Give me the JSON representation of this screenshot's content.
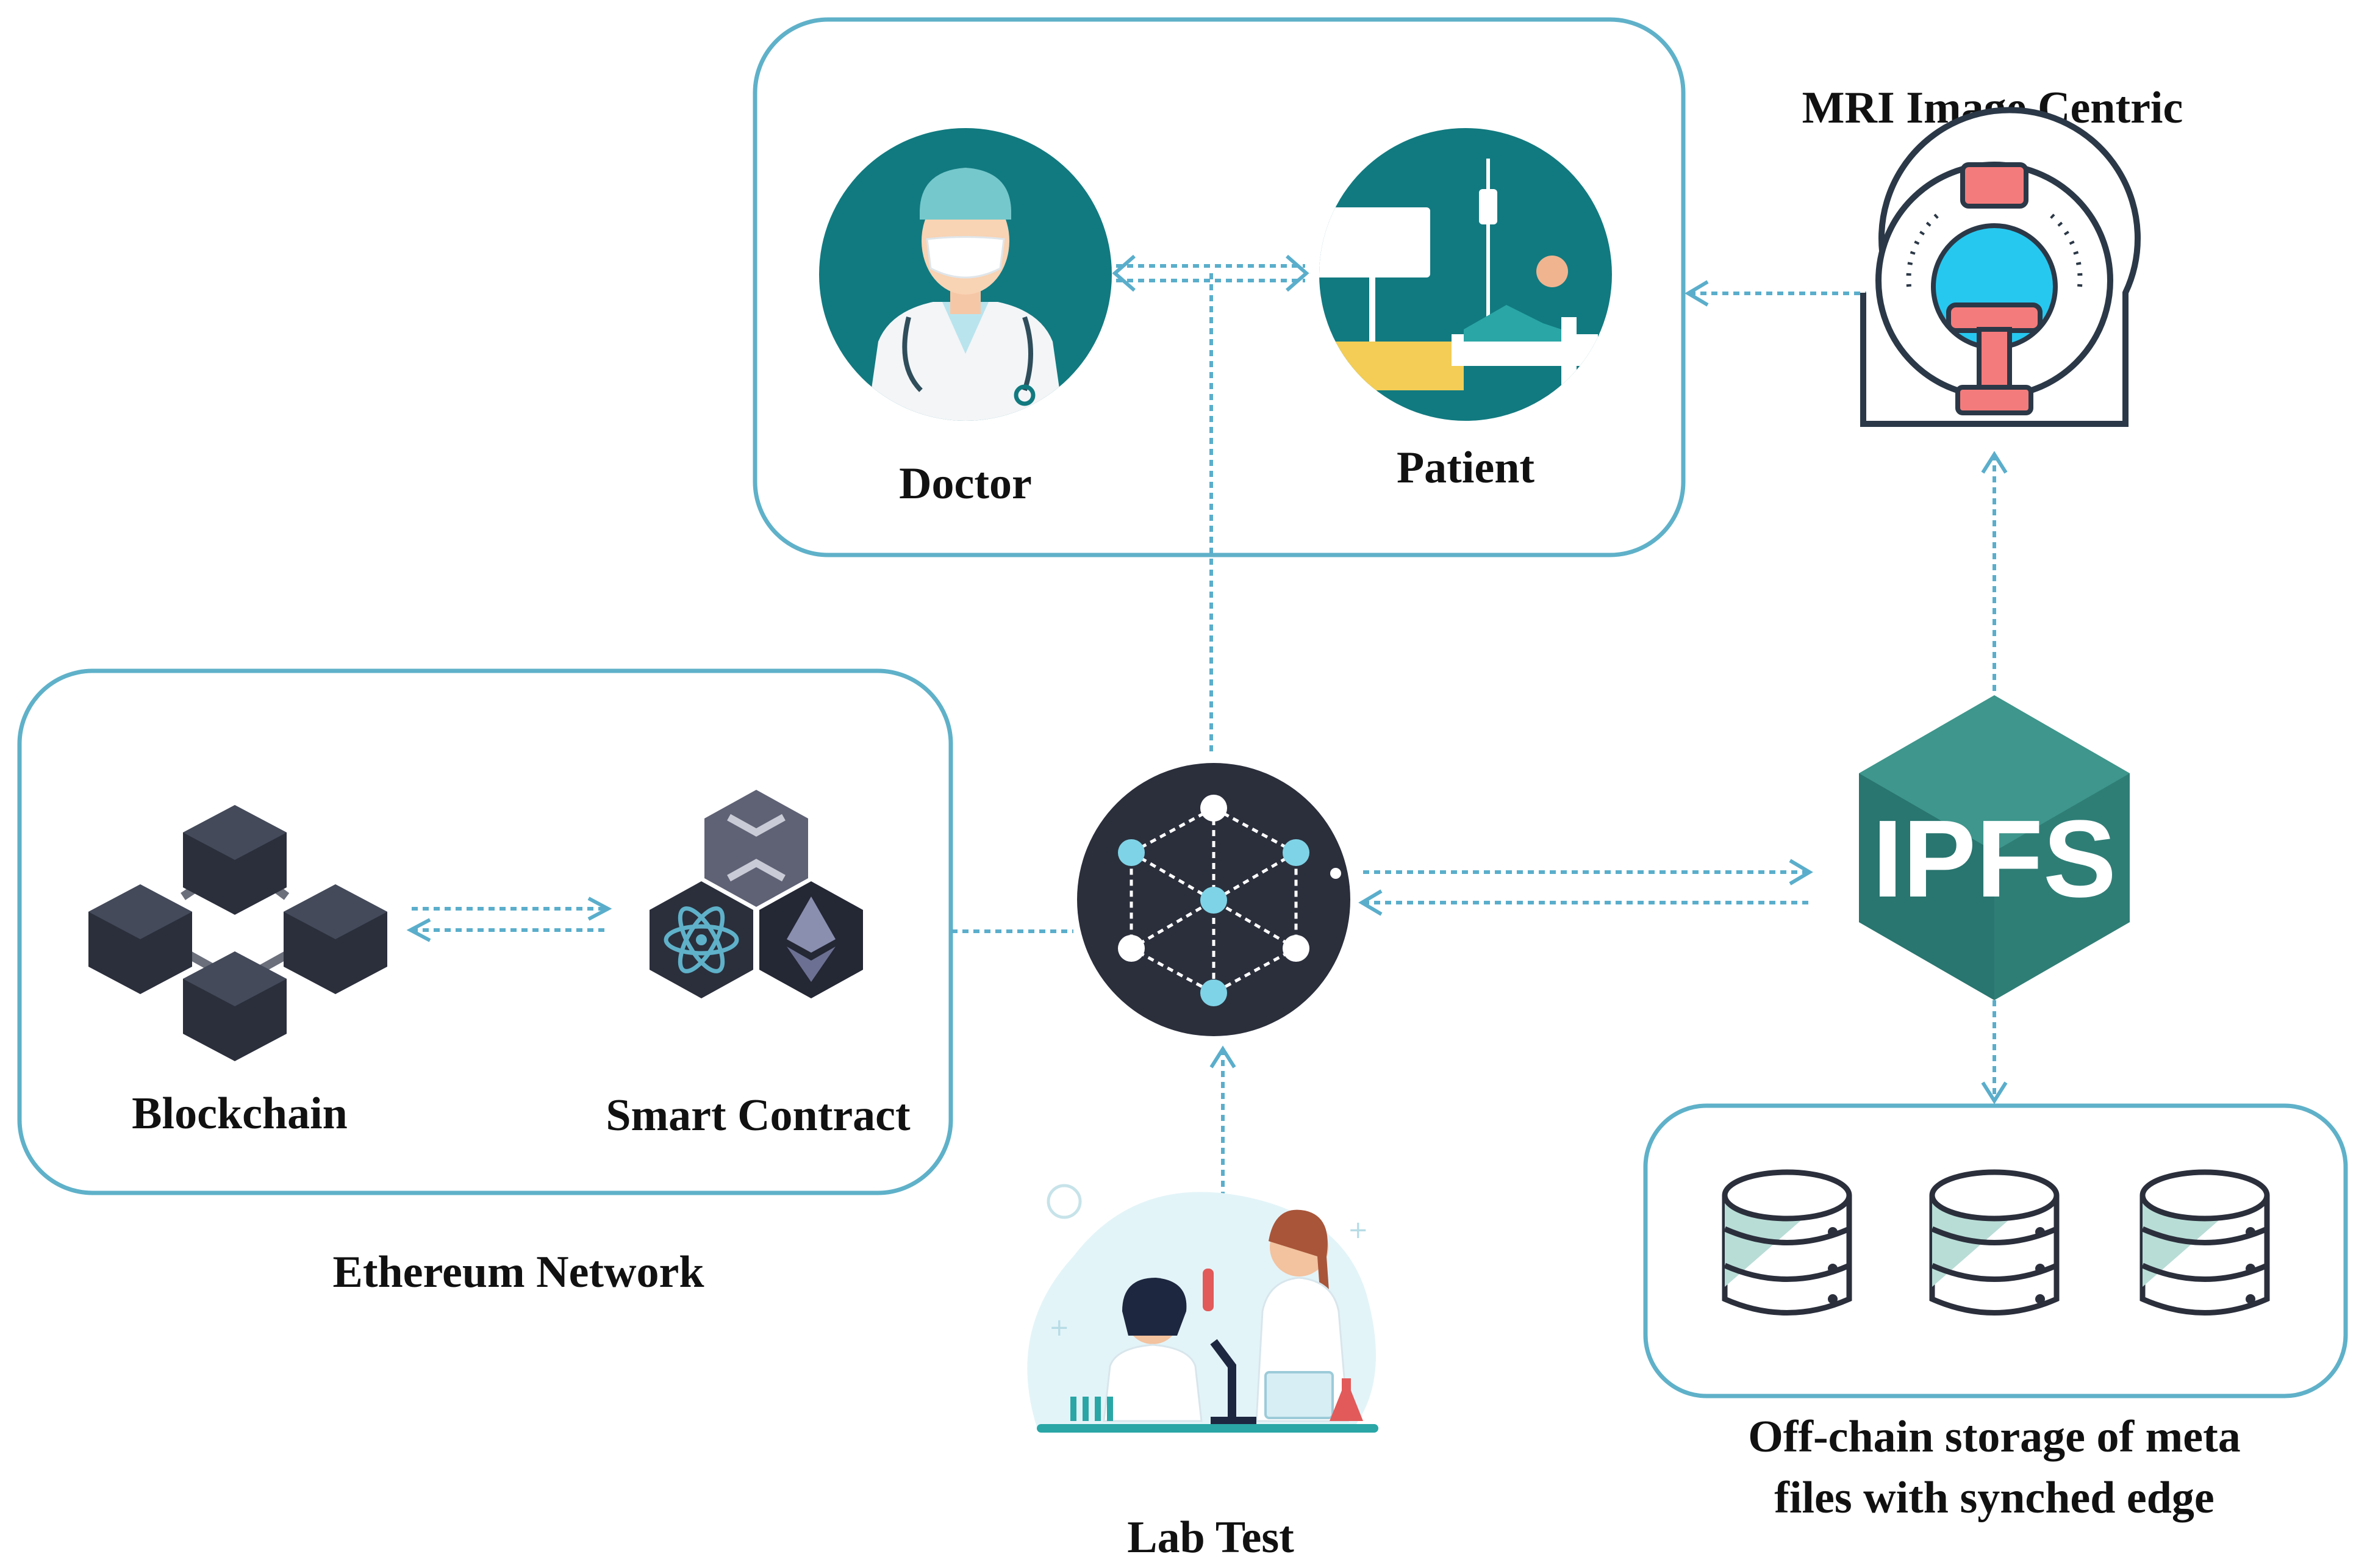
{
  "colors": {
    "border": "#5fb1c9",
    "connector": "#5aaecb",
    "teal_dark": "#117a80",
    "teal_mid": "#2f7e76",
    "navy": "#2b2f3c",
    "cyan_node": "#7fd3e6",
    "db_fill": "#b8ddd6",
    "mri_cyan": "#26c8f0",
    "mri_red": "#f47b7b"
  },
  "icons": {
    "doctor": "doctor-avatar-icon",
    "patient": "patient-bed-icon",
    "mri": "mri-scanner-icon",
    "blockchain": "blockchain-cubes-icon",
    "smart_contract": "smart-contract-hexagons-icon",
    "network_hub": "network-hub-icon",
    "ipfs": "ipfs-hexagon-icon",
    "lab": "lab-scientists-icon",
    "database": "database-icon"
  },
  "labels": {
    "doctor": "Doctor",
    "patient": "Patient",
    "mri": "MRI Image Centric",
    "blockchain": "Blockchain",
    "smart_contract": "Smart Contract",
    "ethereum": "Ethereum Network",
    "ipfs_logo": "IPFS",
    "lab": "Lab Test",
    "storage_line1": "Off-chain storage of meta",
    "storage_line2": "files with synched edge"
  }
}
